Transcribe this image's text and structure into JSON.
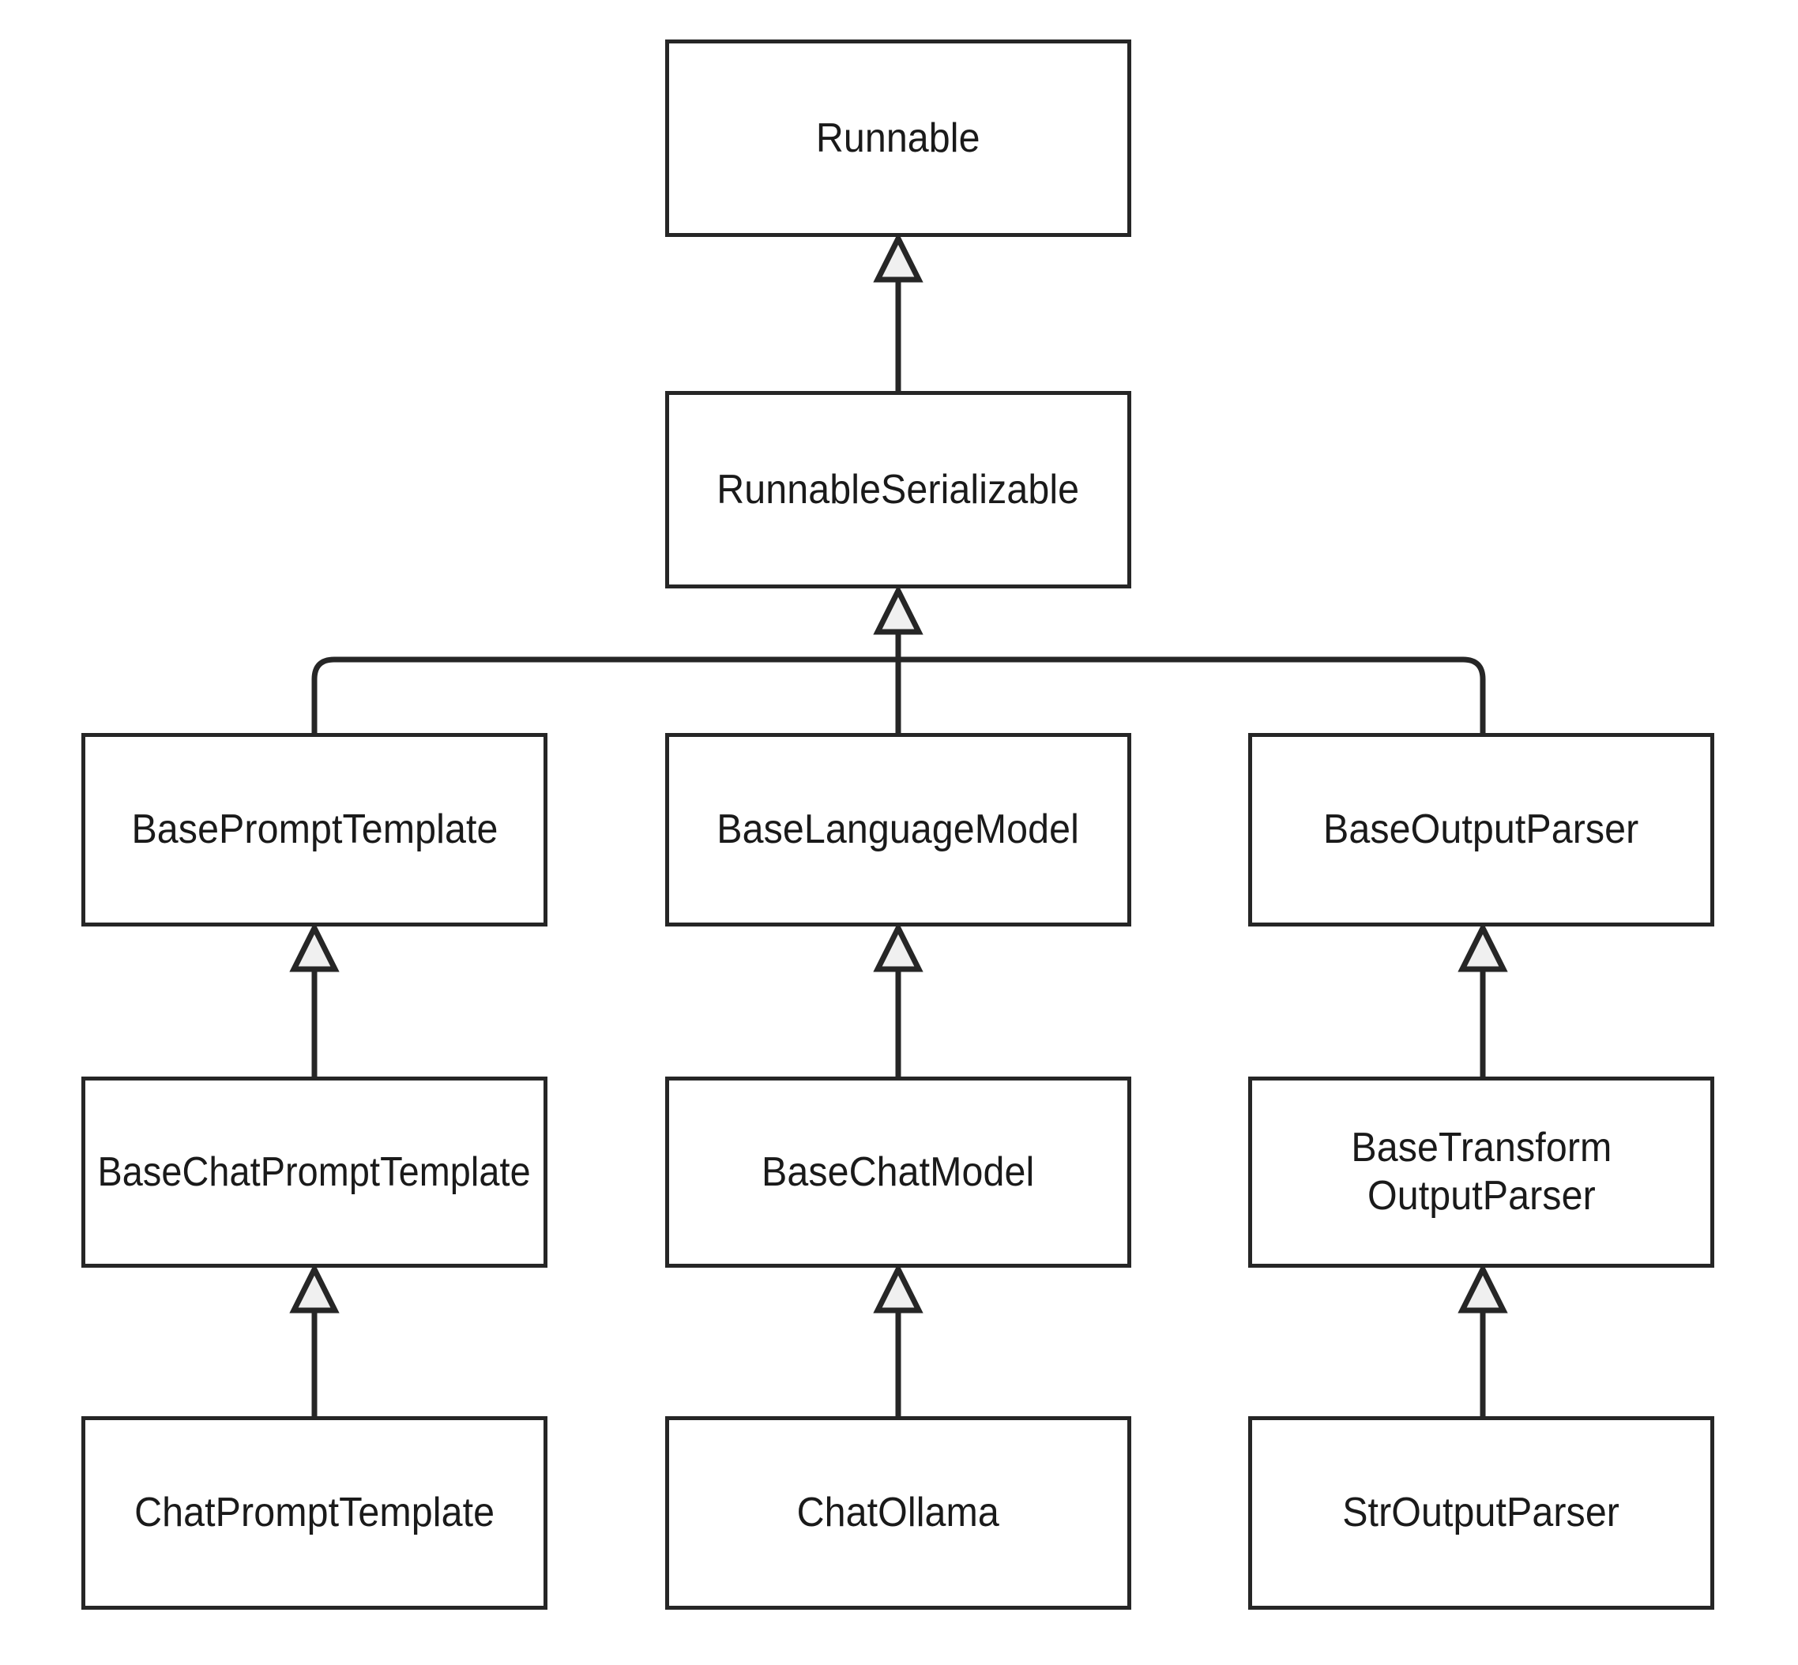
{
  "diagram": {
    "type": "uml-class-inheritance",
    "title": "",
    "background_color": "#ffffff",
    "box_border_color": "#262626",
    "box_fill_color": "#ffffff",
    "text_color": "#1a1a1a",
    "edge_color": "#262626",
    "arrowhead_fill_color": "#f0f0f0",
    "arrowhead_style": "hollow-triangle-inheritance",
    "nodes": [
      {
        "id": "runnable",
        "label": "Runnable",
        "row": 1,
        "column": "center"
      },
      {
        "id": "runnableserial",
        "label": "RunnableSerializable",
        "row": 2,
        "column": "center"
      },
      {
        "id": "basepromptt",
        "label": "BasePromptTemplate",
        "row": 3,
        "column": "left"
      },
      {
        "id": "baselangmodel",
        "label": "BaseLanguageModel",
        "row": 3,
        "column": "center"
      },
      {
        "id": "baseoutparser",
        "label": "BaseOutputParser",
        "row": 3,
        "column": "right"
      },
      {
        "id": "basechatpromptt",
        "label": "BaseChatPromptTemplate",
        "row": 4,
        "column": "left"
      },
      {
        "id": "basechatmodel",
        "label": "BaseChatModel",
        "row": 4,
        "column": "center"
      },
      {
        "id": "basetransform",
        "label": "BaseTransform\nOutputParser",
        "row": 4,
        "column": "right"
      },
      {
        "id": "chatpromptt",
        "label": "ChatPromptTemplate",
        "row": 5,
        "column": "left"
      },
      {
        "id": "chatollama",
        "label": "ChatOllama",
        "row": 5,
        "column": "center"
      },
      {
        "id": "stroutparser",
        "label": "StrOutputParser",
        "row": 5,
        "column": "right"
      }
    ],
    "edges": [
      {
        "from": "runnableserial",
        "to": "runnable",
        "relation": "inherits"
      },
      {
        "from": "basepromptt",
        "to": "runnableserial",
        "relation": "inherits"
      },
      {
        "from": "baselangmodel",
        "to": "runnableserial",
        "relation": "inherits"
      },
      {
        "from": "baseoutparser",
        "to": "runnableserial",
        "relation": "inherits"
      },
      {
        "from": "basechatpromptt",
        "to": "basepromptt",
        "relation": "inherits"
      },
      {
        "from": "basechatmodel",
        "to": "baselangmodel",
        "relation": "inherits"
      },
      {
        "from": "basetransform",
        "to": "baseoutparser",
        "relation": "inherits"
      },
      {
        "from": "chatpromptt",
        "to": "basechatpromptt",
        "relation": "inherits"
      },
      {
        "from": "chatollama",
        "to": "basechatmodel",
        "relation": "inherits"
      },
      {
        "from": "stroutparser",
        "to": "basetransform",
        "relation": "inherits"
      }
    ]
  }
}
